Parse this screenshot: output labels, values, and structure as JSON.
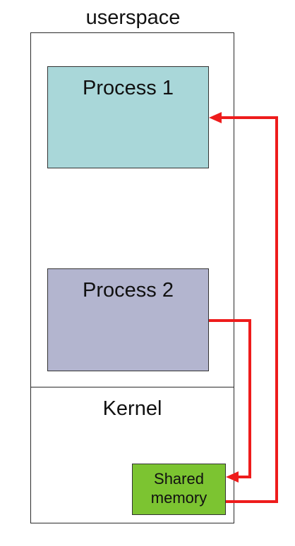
{
  "diagram": {
    "userspace_label": "userspace",
    "kernel_label": "Kernel",
    "processes": [
      {
        "label": "Process 1",
        "color": "#a9d7d9"
      },
      {
        "label": "Process 2",
        "color": "#b3b5cf"
      }
    ],
    "shared_memory": {
      "line1": "Shared",
      "line2": "memory",
      "color": "#7cc431"
    },
    "arrow_color": "#ee1c1c"
  }
}
